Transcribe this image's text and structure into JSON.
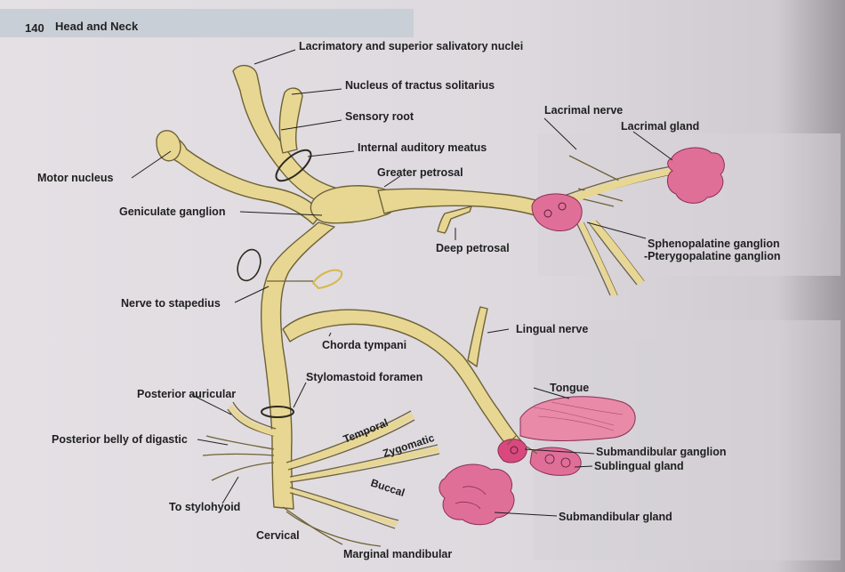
{
  "page": {
    "number": "140",
    "running_title": "Head and Neck"
  },
  "labels": {
    "lacrimatory_nuclei": "Lacrimatory and superior salivatory nuclei",
    "tractus_solitarius": "Nucleus of tractus solitarius",
    "sensory_root": "Sensory root",
    "internal_auditory_meatus": "Internal auditory meatus",
    "motor_nucleus": "Motor nucleus",
    "greater_petrosal": "Greater petrosal",
    "geniculate_ganglion": "Geniculate ganglion",
    "deep_petrosal": "Deep petrosal",
    "lacrimal_nerve": "Lacrimal nerve",
    "lacrimal_gland": "Lacrimal gland",
    "sphenopalatine_ganglion": "Sphenopalatine ganglion",
    "pterygopalatine_ganglion": "-Pterygopalatine ganglion",
    "nerve_to_stapedius": "Nerve to stapedius",
    "chorda_tympani": "Chorda tympani",
    "lingual_nerve": "Lingual nerve",
    "stylomastoid_foramen": "Stylomastoid foramen",
    "tongue": "Tongue",
    "posterior_auricular": "Posterior auricular",
    "posterior_belly_digastic": "Posterior belly of digastic",
    "temporal": "Temporal",
    "zygomatic": "Zygomatic",
    "buccal": "Buccal",
    "submandibular_ganglion": "Submandibular ganglion",
    "sublingual_gland": "Sublingual gland",
    "to_stylohyoid": "To stylohyoid",
    "submandibular_gland": "Submandibular gland",
    "cervical": "Cervical",
    "marginal_mandibular": "Marginal mandibular"
  },
  "colors": {
    "nerve_fill": "#e8d793",
    "nerve_stroke": "#6e6236",
    "gland_fill": "#e06f97",
    "tongue_fill": "#e88aa8",
    "ganglion_fill": "#d9497e"
  }
}
